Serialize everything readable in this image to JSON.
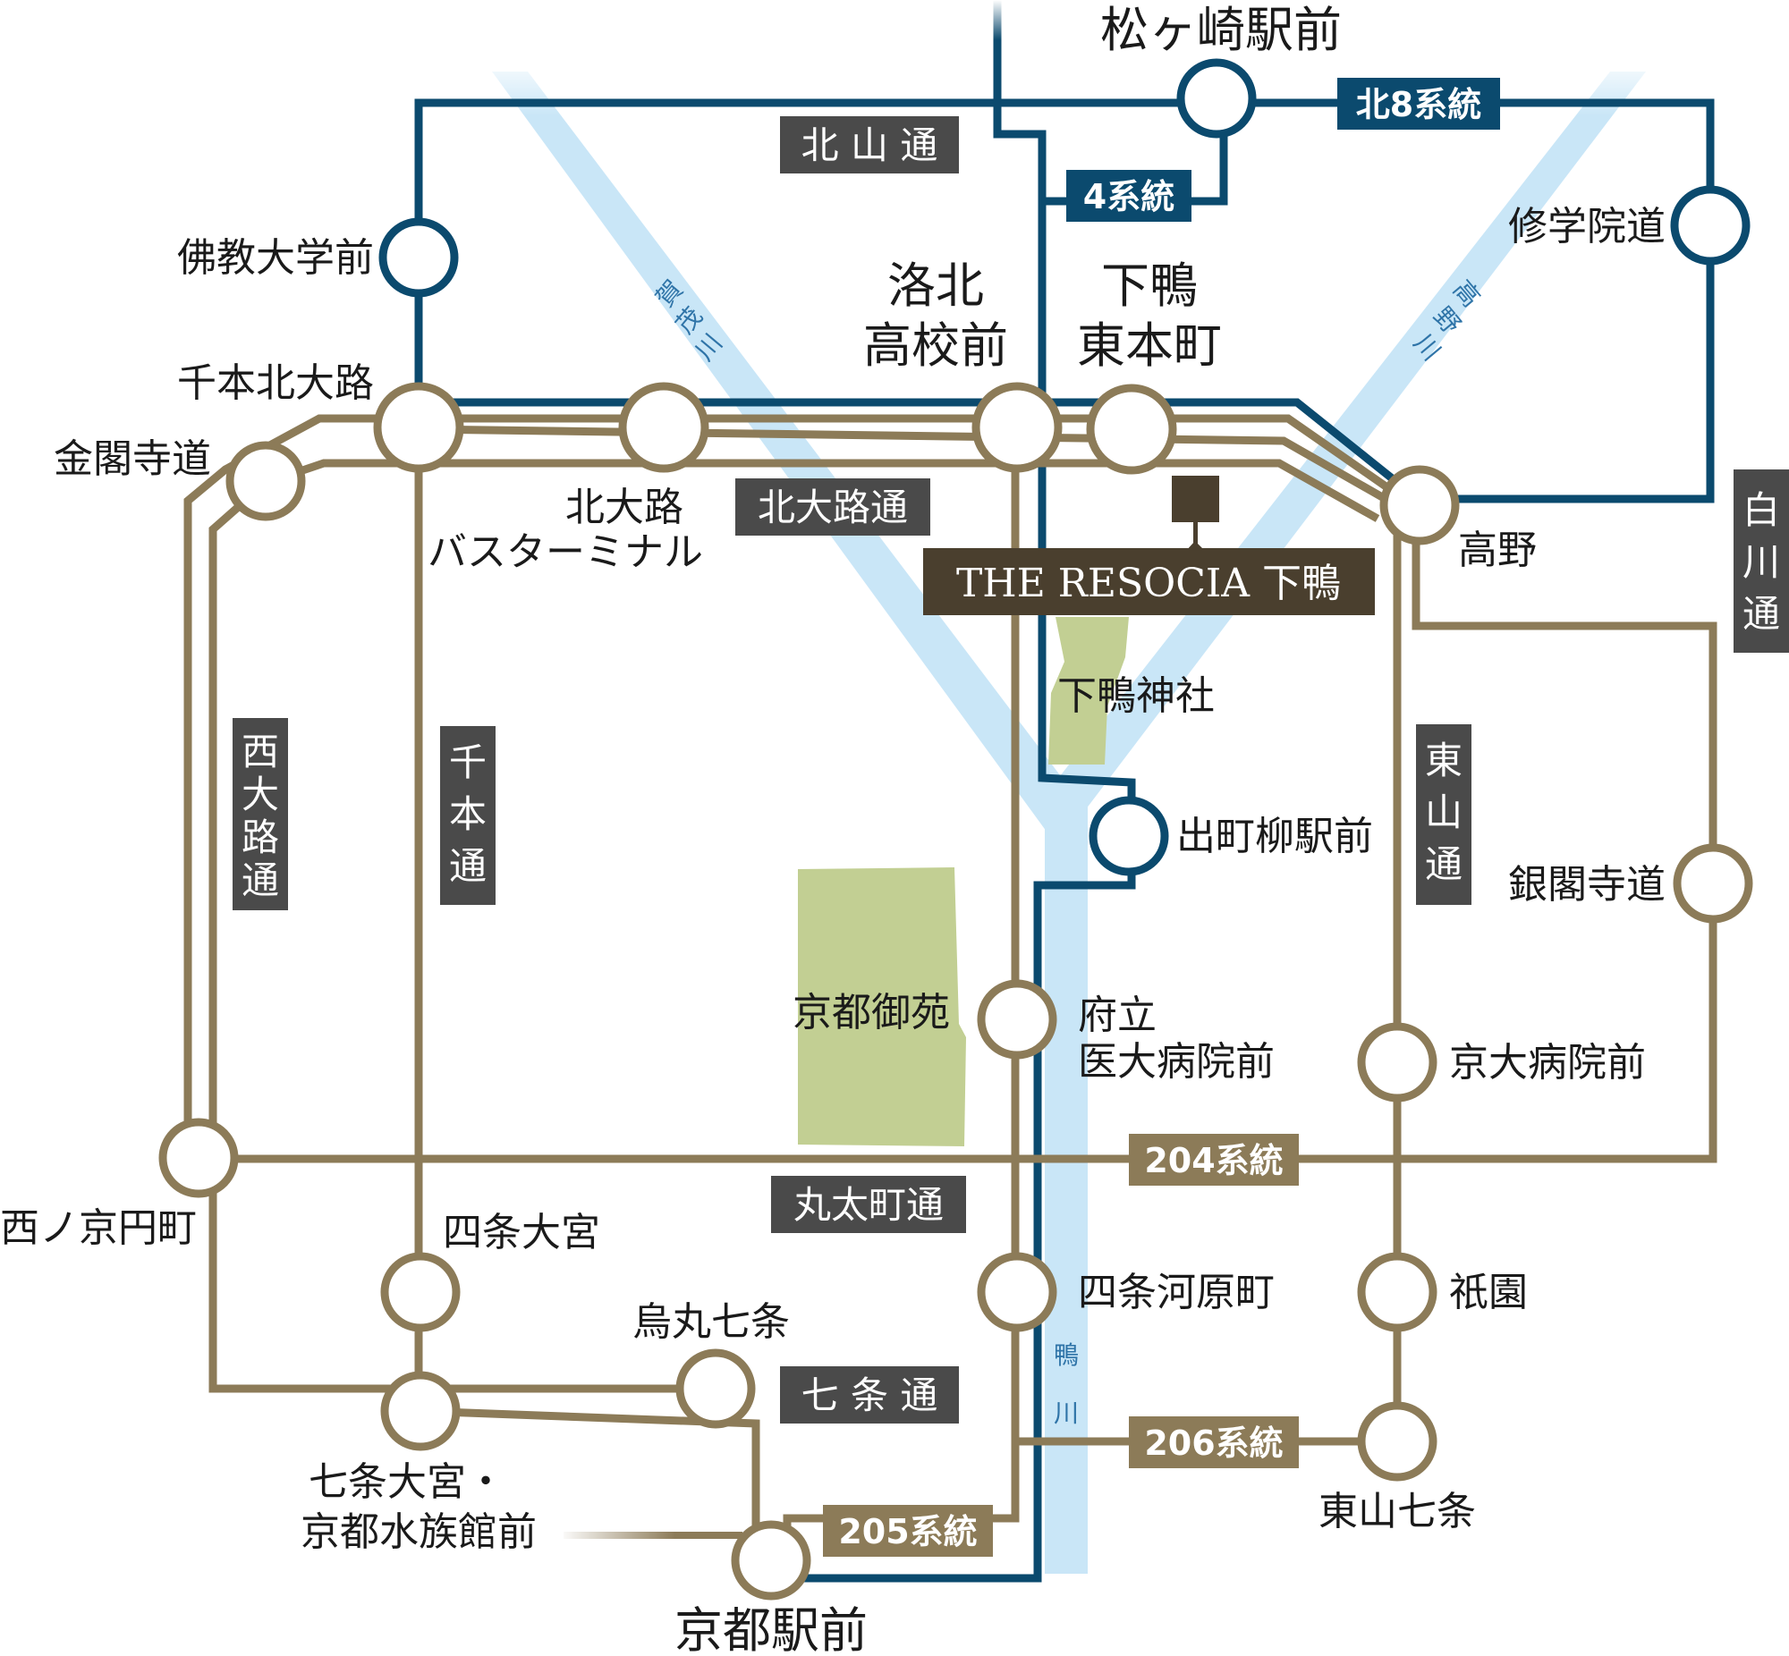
{
  "colors": {
    "blue_route": "#0b4a6e",
    "tan_route": "#8c7b58",
    "river": "#c9e6f7",
    "river_label": "#2f74a8",
    "park": "#c2cf93",
    "road_badge": "#4a4a4a",
    "property_badge": "#4a3f2e"
  },
  "stops": {
    "matsugasaki": "松ヶ崎駅前",
    "bukkyo": "佛教大学前",
    "shugakuin": "修学院道",
    "senbon_kitaoji": "千本北大路",
    "kinkakuji": "金閣寺道",
    "kitaoji_bt_1": "北大路",
    "kitaoji_bt_2": "バスターミナル",
    "rakuhoku_1": "洛北",
    "rakuhoku_2": "高校前",
    "shimogamo_1": "下鴨",
    "shimogamo_2": "東本町",
    "takano": "高野",
    "demachi": "出町柳駅前",
    "ginkakuji": "銀閣寺道",
    "furitsu_1": "府立",
    "furitsu_2": "医大病院前",
    "kyodai": "京大病院前",
    "nishinokyo": "西ノ京円町",
    "shijo_omiya": "四条大宮",
    "shijo_kawaramachi": "四条河原町",
    "gion": "祇園",
    "karasuma_shichijo": "烏丸七条",
    "shichijo_omiya_1": "七条大宮・",
    "shichijo_omiya_2": "京都水族館前",
    "higashiyama_shichijo": "東山七条",
    "kyoto_station": "京都駅前"
  },
  "roads": {
    "kitayama": "北 山 通",
    "kitaoji": "北大路通",
    "shirakawa": [
      "白",
      "川",
      "通"
    ],
    "nishioji": [
      "西",
      "大",
      "路",
      "通"
    ],
    "senbon": [
      "千",
      "本",
      "通"
    ],
    "higashiyama": [
      "東",
      "山",
      "通"
    ],
    "marutamachi": "丸太町通",
    "shichijo": "七 条 通"
  },
  "routes": {
    "r4": "4系統",
    "r_kita8": "北8系統",
    "r204": "204系統",
    "r205": "205系統",
    "r206": "206系統"
  },
  "rivers": {
    "kamo_upper": [
      "賀",
      "茂",
      "川"
    ],
    "takano": [
      "高",
      "野",
      "川"
    ],
    "kamo": [
      "鴨",
      "川"
    ]
  },
  "places": {
    "property": "THE RESOCIA 下鴨",
    "shrine": "下鴨神社",
    "gyoen": "京都御苑"
  }
}
